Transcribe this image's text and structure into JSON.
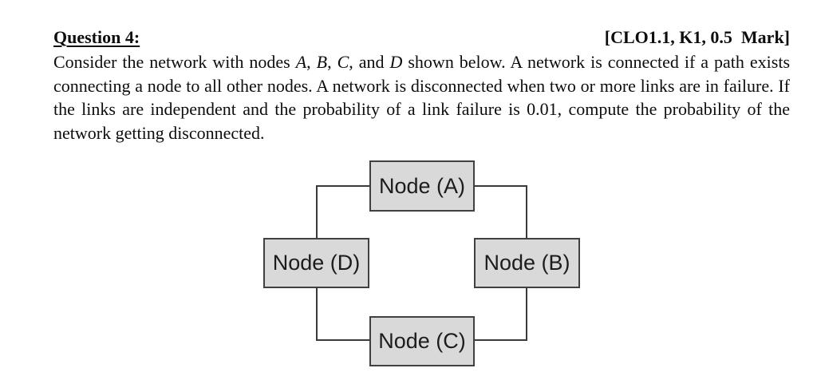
{
  "page": {
    "background": "#ffffff"
  },
  "question": {
    "heading": "Question 4:",
    "mark_label": "[CLO1.1, K1, 0.5  Mark]",
    "body_runs": [
      {
        "text": "Consider the network with nodes "
      },
      {
        "text": "A",
        "italic": true
      },
      {
        "text": ", "
      },
      {
        "text": "B",
        "italic": true
      },
      {
        "text": ", "
      },
      {
        "text": "C",
        "italic": true
      },
      {
        "text": ", and "
      },
      {
        "text": "D",
        "italic": true
      },
      {
        "text": " shown below. A network is connected if a path exists connecting a node to all other nodes. A network is disconnected when two or more links are in failure. If the links are independent and the probability of a link failure is 0.01, compute the probability of the network getting disconnected."
      }
    ]
  },
  "diagram": {
    "nodes": [
      {
        "id": "A",
        "label": "Node (A)",
        "position": "top"
      },
      {
        "id": "B",
        "label": "Node (B)",
        "position": "right"
      },
      {
        "id": "C",
        "label": "Node (C)",
        "position": "bottom"
      },
      {
        "id": "D",
        "label": "Node (D)",
        "position": "left"
      }
    ],
    "links": [
      "A-D",
      "A-B",
      "D-C",
      "B-C"
    ],
    "colors": {
      "node_fill": "#d9d9d9",
      "node_border": "#404040",
      "link": "#3a3a3a"
    }
  }
}
